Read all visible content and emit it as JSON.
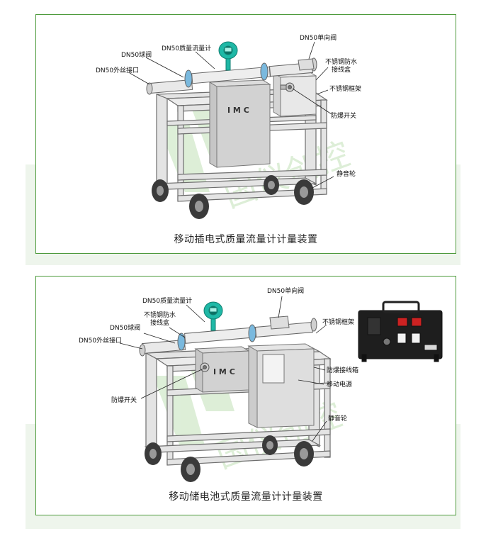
{
  "panel1": {
    "caption": "移动插电式质量流量计计量装置",
    "labels": {
      "mass_flowmeter": "DN50质量流量计",
      "ball_valve": "DN50球阀",
      "thread_port": "DN50外丝接口",
      "check_valve": "DN50单向阀",
      "junction_box_l1": "不锈钢防水",
      "junction_box_l2": "接线盒",
      "frame": "不锈钢框架",
      "explosion_switch": "防爆开关",
      "silent_wheel": "静音轮"
    },
    "cabinet_text": "I M C"
  },
  "panel2": {
    "caption": "移动储电池式质量流量计计量装置",
    "labels": {
      "mass_flowmeter": "DN50质量流量计",
      "check_valve": "DN50单向阀",
      "junction_box_l1": "不锈钢防水",
      "junction_box_l2": "接线盒",
      "ball_valve": "DN50球阀",
      "thread_port": "DN50外丝接口",
      "frame": "不锈钢框架",
      "explosion_box": "防爆接线箱",
      "mobile_power": "移动电源",
      "explosion_switch": "防爆开关",
      "silent_wheel": "静音轮"
    },
    "cabinet_text": "I M C"
  },
  "colors": {
    "border": "#4d9a3c",
    "band": "#eef5ec",
    "frame_fill": "#e4e4e4",
    "frame_stroke": "#6e6e6e",
    "meter_teal": "#1fb8a6",
    "wheel": "#3a3a3a",
    "watermark": "#9fd08f"
  }
}
